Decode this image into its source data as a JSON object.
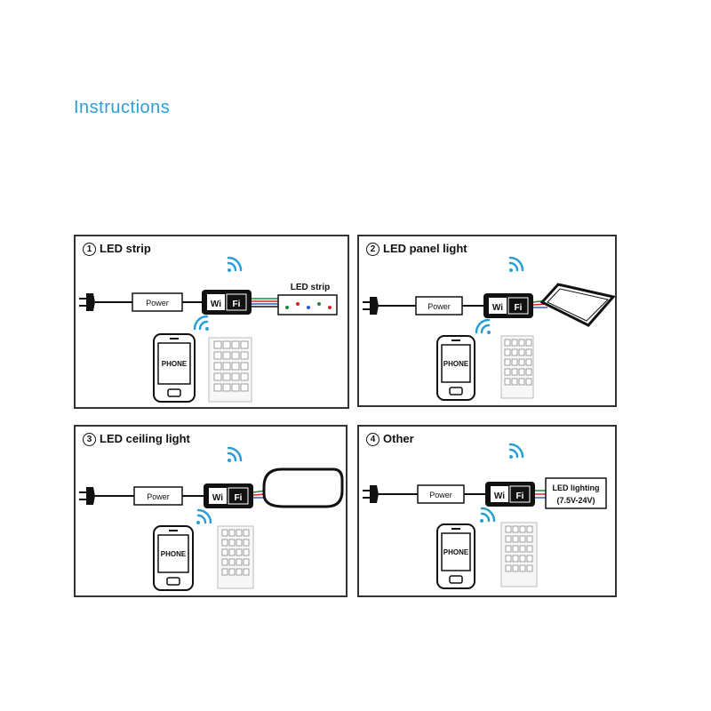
{
  "page": {
    "title": "Instructions"
  },
  "panels": [
    {
      "num": "1",
      "title": "LED strip",
      "power": "Power",
      "wifi": "Wi",
      "wifi2": "Fi",
      "target": "LED strip",
      "phone": "PHONE"
    },
    {
      "num": "2",
      "title": "LED panel light",
      "power": "Power",
      "wifi": "Wi",
      "wifi2": "Fi",
      "phone": "PHONE"
    },
    {
      "num": "3",
      "title": "LED ceiling light",
      "power": "Power",
      "wifi": "Wi",
      "wifi2": "Fi",
      "phone": "PHONE"
    },
    {
      "num": "4",
      "title": "Other",
      "power": "Power",
      "wifi": "Wi",
      "wifi2": "Fi",
      "target": "LED lighting",
      "target2": "(7.5V-24V)",
      "phone": "PHONE"
    }
  ],
  "colors": {
    "title": "#2a9fd6",
    "wifi_signal": "#2a9fd6",
    "frame": "#333333"
  }
}
